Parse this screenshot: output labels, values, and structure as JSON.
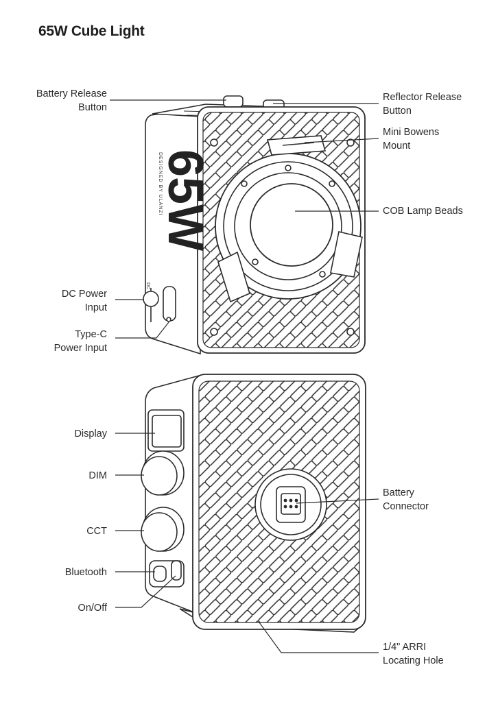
{
  "title": "65W Cube Light",
  "product_print": {
    "model": "65W",
    "tagline": "DESIGNED BY ULANZI",
    "port_mark": "DC"
  },
  "front_labels": {
    "battery_release": [
      "Battery Release",
      "Button"
    ],
    "reflector_release": [
      "Reflector Release",
      "Button"
    ],
    "mini_bowens": [
      "Mini Bowens",
      "Mount"
    ],
    "cob": [
      "COB Lamp Beads"
    ],
    "dc_power": [
      "DC Power",
      "Input"
    ],
    "type_c": [
      "Type-C",
      "Power Input"
    ]
  },
  "back_labels": {
    "display": [
      "Display"
    ],
    "dim": [
      "DIM"
    ],
    "cct": [
      "CCT"
    ],
    "bluetooth": [
      "Bluetooth"
    ],
    "on_off": [
      "On/Off"
    ],
    "battery_connector": [
      "Battery",
      "Connector"
    ],
    "arri": [
      "1/4\" ARRI",
      "Locating Hole"
    ]
  },
  "colors": {
    "line": "#2b2b2b",
    "text": "#2a2a2a",
    "background": "#ffffff"
  }
}
